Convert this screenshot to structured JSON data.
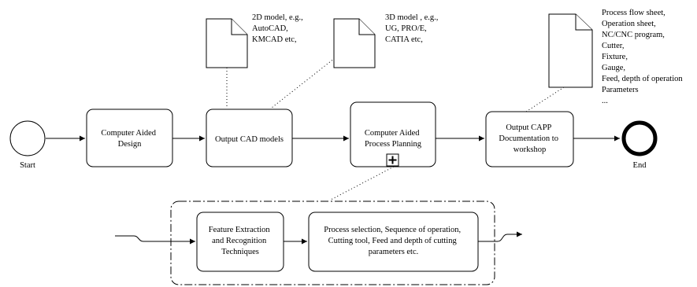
{
  "events": {
    "start_label": "Start",
    "end_label": "End"
  },
  "tasks": {
    "cad": [
      "Computer Aided",
      "Design"
    ],
    "cad_models": [
      "Output CAD models"
    ],
    "capp": [
      "Computer Aided",
      "Process Planning"
    ],
    "capp_output": [
      "Output CAPP",
      "Documentation to",
      "workshop"
    ]
  },
  "documents": {
    "model_2d": [
      "2D model, e.g.,",
      "AutoCAD,",
      "KMCAD etc,"
    ],
    "model_3d": [
      "3D model , e.g.,",
      "UG, PRO/E,",
      "CATIA etc,"
    ],
    "capp_docs": [
      "Process flow sheet,",
      "Operation sheet,",
      "NC/CNC program,",
      "Cutter,",
      "Fixture,",
      "Gauge,",
      "Feed, depth of operation",
      "Parameters",
      "..."
    ]
  },
  "subprocess": {
    "expand_marker": "+",
    "feature": [
      "Feature Extraction",
      "and Recognition",
      "Techniques"
    ],
    "process": [
      "Process selection, Sequence of operation,",
      "Cutting tool, Feed and depth of cutting",
      "parameters etc."
    ]
  }
}
